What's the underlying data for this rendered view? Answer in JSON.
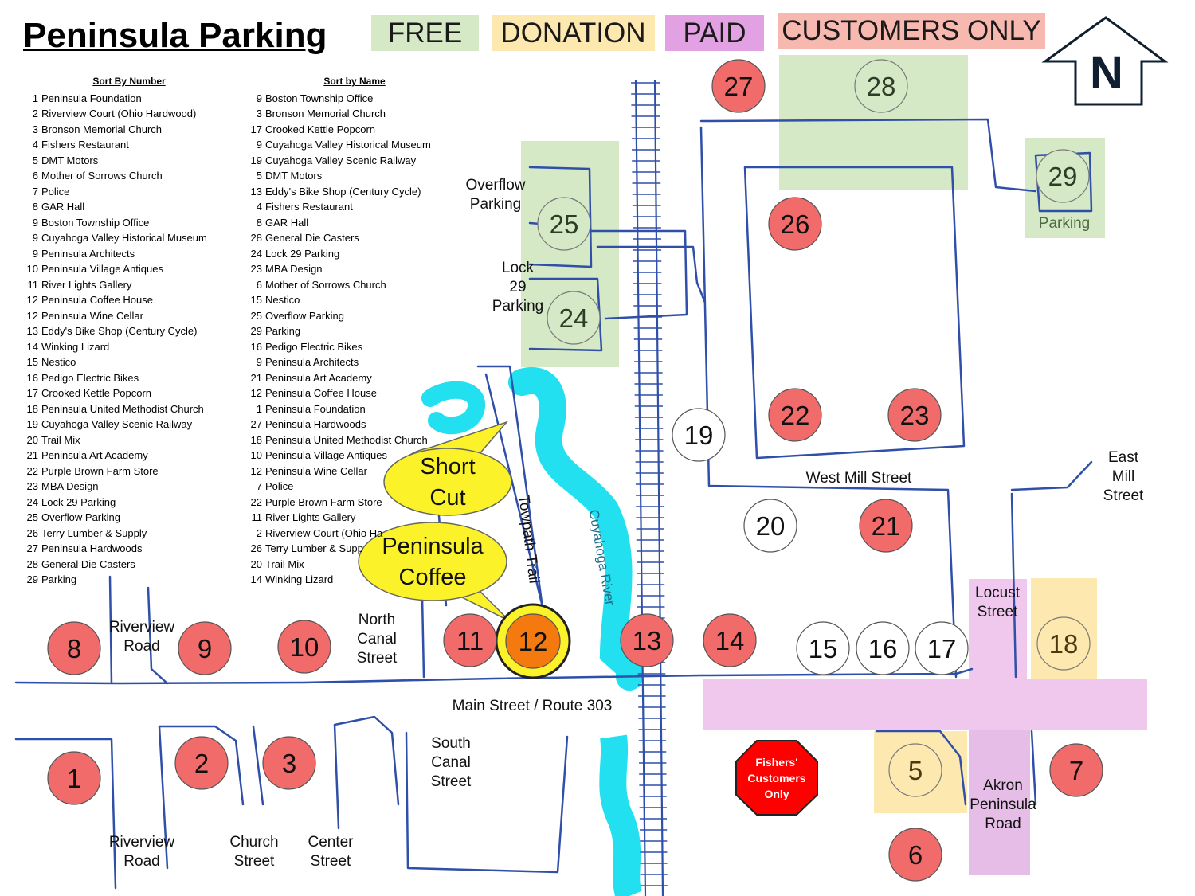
{
  "title": "Peninsula Parking",
  "legend": {
    "free": "FREE",
    "donation": "DONATION",
    "paid": "PAID",
    "customers_only": "CUSTOMERS ONLY"
  },
  "colors": {
    "free": "#d6e9c6",
    "donation": "#fde8b0",
    "paid": "#e2a1e2",
    "customers_only": "#f7b8b0",
    "marker_red": "#f26b6b",
    "marker_orange": "#f47a10",
    "callout_yellow": "#fbf229",
    "river": "#22e0f0",
    "road": "#2f4fa8",
    "stop_sign": "#ff0000"
  },
  "north": "N",
  "list_by_number": {
    "header": "Sort By Number",
    "items": [
      {
        "n": "1",
        "name": "Peninsula Foundation"
      },
      {
        "n": "2",
        "name": "Riverview Court (Ohio Hardwood)"
      },
      {
        "n": "3",
        "name": "Bronson Memorial Church"
      },
      {
        "n": "4",
        "name": "Fishers Restaurant"
      },
      {
        "n": "5",
        "name": "DMT Motors"
      },
      {
        "n": "6",
        "name": "Mother of Sorrows Church"
      },
      {
        "n": "7",
        "name": "Police"
      },
      {
        "n": "8",
        "name": "GAR Hall"
      },
      {
        "n": "9",
        "name": "Boston Township Office"
      },
      {
        "n": "9",
        "name": "Cuyahoga Valley Historical Museum"
      },
      {
        "n": "9",
        "name": "Peninsula Architects"
      },
      {
        "n": "10",
        "name": "Peninsula Village Antiques"
      },
      {
        "n": "11",
        "name": "River Lights Gallery"
      },
      {
        "n": "12",
        "name": "Peninsula Coffee House"
      },
      {
        "n": "12",
        "name": "Peninsula Wine Cellar"
      },
      {
        "n": "13",
        "name": "Eddy's Bike Shop (Century Cycle)"
      },
      {
        "n": "14",
        "name": "Winking Lizard"
      },
      {
        "n": "15",
        "name": "Nestico"
      },
      {
        "n": "16",
        "name": "Pedigo Electric Bikes"
      },
      {
        "n": "17",
        "name": "Crooked Kettle Popcorn"
      },
      {
        "n": "18",
        "name": "Peninsula United Methodist Church"
      },
      {
        "n": "19",
        "name": "Cuyahoga Valley Scenic Railway"
      },
      {
        "n": "20",
        "name": "Trail Mix"
      },
      {
        "n": "21",
        "name": "Peninsula Art Academy"
      },
      {
        "n": "22",
        "name": "Purple Brown Farm Store"
      },
      {
        "n": "23",
        "name": "MBA Design"
      },
      {
        "n": "24",
        "name": "Lock 29 Parking"
      },
      {
        "n": "25",
        "name": "Overflow Parking"
      },
      {
        "n": "26",
        "name": "Terry Lumber & Supply"
      },
      {
        "n": "27",
        "name": "Peninsula Hardwoods"
      },
      {
        "n": "28",
        "name": "General Die Casters"
      },
      {
        "n": "29",
        "name": "Parking"
      }
    ]
  },
  "list_by_name": {
    "header": "Sort by Name",
    "items": [
      {
        "n": "9",
        "name": "Boston Township Office"
      },
      {
        "n": "3",
        "name": "Bronson Memorial Church"
      },
      {
        "n": "17",
        "name": "Crooked Kettle Popcorn"
      },
      {
        "n": "9",
        "name": "Cuyahoga Valley Historical Museum"
      },
      {
        "n": "19",
        "name": "Cuyahoga Valley Scenic Railway"
      },
      {
        "n": "5",
        "name": "DMT Motors"
      },
      {
        "n": "13",
        "name": "Eddy's Bike Shop (Century Cycle)"
      },
      {
        "n": "4",
        "name": "Fishers Restaurant"
      },
      {
        "n": "8",
        "name": "GAR Hall"
      },
      {
        "n": "28",
        "name": "General Die Casters"
      },
      {
        "n": "24",
        "name": "Lock 29 Parking"
      },
      {
        "n": "23",
        "name": "MBA Design"
      },
      {
        "n": "6",
        "name": "Mother of Sorrows Church"
      },
      {
        "n": "15",
        "name": "Nestico"
      },
      {
        "n": "25",
        "name": "Overflow Parking"
      },
      {
        "n": "29",
        "name": "Parking"
      },
      {
        "n": "16",
        "name": "Pedigo Electric Bikes"
      },
      {
        "n": "9",
        "name": "Peninsula Architects"
      },
      {
        "n": "21",
        "name": "Peninsula Art Academy"
      },
      {
        "n": "12",
        "name": "Peninsula Coffee House"
      },
      {
        "n": "1",
        "name": "Peninsula Foundation"
      },
      {
        "n": "27",
        "name": "Peninsula Hardwoods"
      },
      {
        "n": "18",
        "name": "Peninsula United Methodist Church"
      },
      {
        "n": "10",
        "name": "Peninsula Village Antiques"
      },
      {
        "n": "12",
        "name": "Peninsula Wine Cellar"
      },
      {
        "n": "7",
        "name": "Police"
      },
      {
        "n": "22",
        "name": "Purple Brown Farm Store"
      },
      {
        "n": "11",
        "name": "River Lights Gallery"
      },
      {
        "n": "2",
        "name": "Riverview Court (Ohio Ha"
      },
      {
        "n": "26",
        "name": "Terry Lumber & Supp"
      },
      {
        "n": "20",
        "name": "Trail Mix"
      },
      {
        "n": "14",
        "name": "Winking Lizard"
      }
    ]
  },
  "street_labels": {
    "overflow_parking": "Overflow\nParking",
    "lock29_parking": "Lock\n29\nParking",
    "parking29": "Parking",
    "west_mill": "West Mill Street",
    "east_mill": "East\nMill\nStreet",
    "locust": "Locust\nStreet",
    "riverview_north": "Riverview\nRoad",
    "north_canal": "North\nCanal\nStreet",
    "main_street": "Main Street / Route 303",
    "south_canal": "South\nCanal\nStreet",
    "riverview_south": "Riverview\nRoad",
    "church": "Church\nStreet",
    "center": "Center\nStreet",
    "akron_peninsula": "Akron\nPeninsula\nRoad",
    "towpath": "Towpath Trail",
    "river": "Cuyahoga River"
  },
  "callouts": {
    "short_cut": "Short\nCut",
    "coffee": "Peninsula\nCoffee"
  },
  "stop_sign": "Fishers'\nCustomers\nOnly",
  "markers": [
    {
      "label": "27",
      "type": "red"
    },
    {
      "label": "28",
      "type": "free"
    },
    {
      "label": "29",
      "type": "free"
    },
    {
      "label": "25",
      "type": "free"
    },
    {
      "label": "24",
      "type": "free"
    },
    {
      "label": "26",
      "type": "red"
    },
    {
      "label": "22",
      "type": "red"
    },
    {
      "label": "23",
      "type": "red"
    },
    {
      "label": "19",
      "type": "white"
    },
    {
      "label": "20",
      "type": "white"
    },
    {
      "label": "21",
      "type": "red"
    },
    {
      "label": "8",
      "type": "red"
    },
    {
      "label": "9",
      "type": "red"
    },
    {
      "label": "10",
      "type": "red"
    },
    {
      "label": "11",
      "type": "red"
    },
    {
      "label": "12",
      "type": "orange"
    },
    {
      "label": "13",
      "type": "red"
    },
    {
      "label": "14",
      "type": "red"
    },
    {
      "label": "15",
      "type": "white"
    },
    {
      "label": "16",
      "type": "white"
    },
    {
      "label": "17",
      "type": "white"
    },
    {
      "label": "18",
      "type": "donation"
    },
    {
      "label": "1",
      "type": "red"
    },
    {
      "label": "2",
      "type": "red"
    },
    {
      "label": "3",
      "type": "red"
    },
    {
      "label": "5",
      "type": "donation"
    },
    {
      "label": "7",
      "type": "red"
    },
    {
      "label": "6",
      "type": "red"
    }
  ]
}
